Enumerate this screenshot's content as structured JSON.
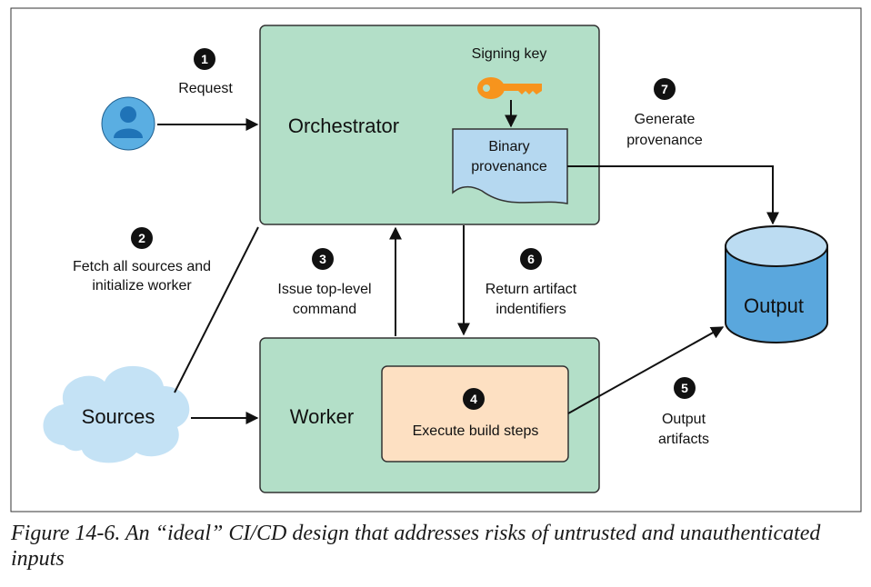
{
  "figure": {
    "caption": "Figure 14-6. An “ideal” CI/CD design that addresses risks of untrusted and unauthenticated inputs"
  },
  "nodes": {
    "orchestrator": "Orchestrator",
    "worker": "Worker",
    "sources": "Sources",
    "output": "Output",
    "signing_key": "Signing key",
    "binary_provenance": [
      "Binary",
      "provenance"
    ],
    "execute_build_steps": "Execute build steps"
  },
  "steps": [
    {
      "number": "1",
      "label": [
        "Request"
      ]
    },
    {
      "number": "2",
      "label": [
        "Fetch all sources and",
        "initialize worker"
      ]
    },
    {
      "number": "3",
      "label": [
        "Issue top-level",
        "command"
      ]
    },
    {
      "number": "4",
      "label": [
        "Execute build steps"
      ]
    },
    {
      "number": "5",
      "label": [
        "Output",
        "artifacts"
      ]
    },
    {
      "number": "6",
      "label": [
        "Return artifact",
        "indentifiers"
      ]
    },
    {
      "number": "7",
      "label": [
        "Generate",
        "provenance"
      ]
    }
  ],
  "icons": {
    "user": "user-icon",
    "key": "key-icon",
    "cloud": "cloud-icon",
    "database": "database-icon"
  },
  "colors": {
    "green_box": "#b3dfc8",
    "orange_box": "#fde0c2",
    "blue_doc": "#b5d8f0",
    "key": "#f7941d",
    "user_circle": "#5aaee2",
    "user_fill": "#1f73b7",
    "cloud": "#c4e2f5",
    "db_body": "#5aa7dd",
    "db_top": "#bcdcf2"
  }
}
